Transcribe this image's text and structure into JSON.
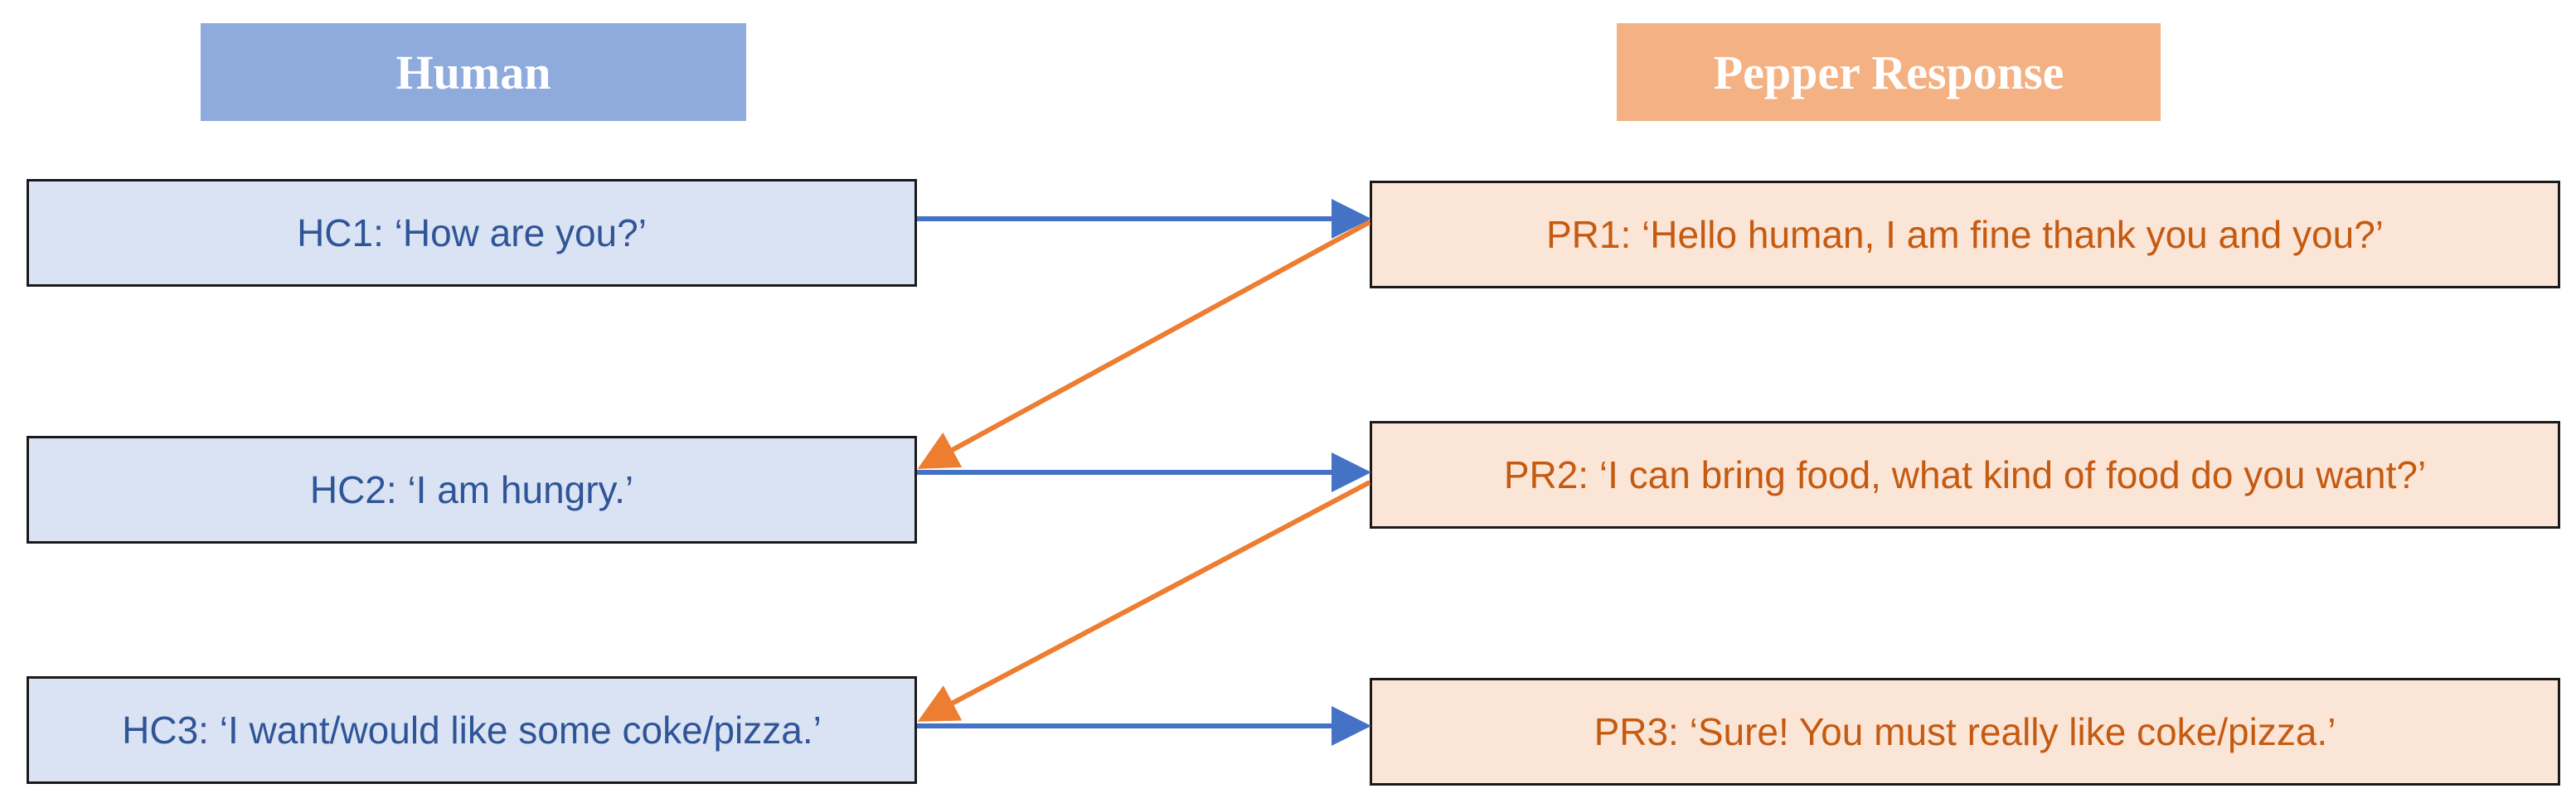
{
  "headers": {
    "human": "Human",
    "pepper": "Pepper Response"
  },
  "human_commands": [
    {
      "id": "HC1",
      "text": "HC1: ‘How are you?’"
    },
    {
      "id": "HC2",
      "text": "HC2: ‘I am hungry.’"
    },
    {
      "id": "HC3",
      "text": "HC3: ‘I want/would like some coke/pizza.’"
    }
  ],
  "pepper_responses": [
    {
      "id": "PR1",
      "text": "PR1: ‘Hello human, I am fine thank you and you?’"
    },
    {
      "id": "PR2",
      "text": "PR2: ‘I can bring food, what kind of food do you want?’"
    },
    {
      "id": "PR3",
      "text": "PR3: ‘Sure! You must really like coke/pizza.’"
    }
  ],
  "connections": [
    {
      "from": "HC1",
      "to": "PR1",
      "direction": "human-to-pepper"
    },
    {
      "from": "PR1",
      "to": "HC2",
      "direction": "pepper-to-human"
    },
    {
      "from": "HC2",
      "to": "PR2",
      "direction": "human-to-pepper"
    },
    {
      "from": "PR2",
      "to": "HC3",
      "direction": "pepper-to-human"
    },
    {
      "from": "HC3",
      "to": "PR3",
      "direction": "human-to-pepper"
    }
  ],
  "colors": {
    "human_header": "#8FAADC",
    "pepper_header": "#F4B183",
    "human_box": "#DAE3F3",
    "pepper_box": "#FBE5D6",
    "human_text": "#2F5597",
    "pepper_text": "#C55A11",
    "human_arrow": "#4472C4",
    "pepper_arrow": "#ED7D31"
  }
}
